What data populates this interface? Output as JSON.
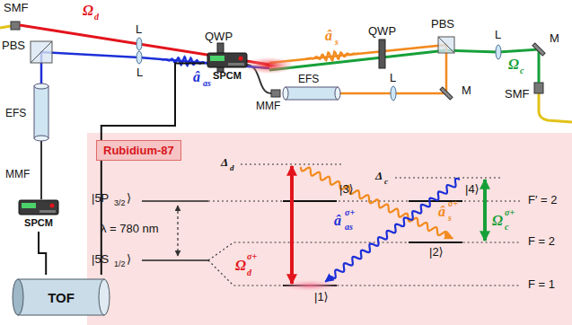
{
  "diagram": {
    "nodes": [
      {
        "text": [
          "SPCM"
        ]
      },
      {
        "text": [
          "SPCM"
        ]
      },
      {
        "text": [
          "TOF"
        ]
      },
      {
        "text": [
          "Rubidium-87"
        ]
      }
    ],
    "edges": [
      {
        "from": 0,
        "to": 2,
        "arrow": "none"
      },
      {
        "from": 1,
        "to": 2,
        "arrow": "none"
      }
    ],
    "labels": [
      "SMF",
      "Ω",
      "d",
      "L",
      "QWP",
      "QWP",
      "â",
      "s",
      "PBS",
      "L",
      "Ω",
      "c",
      "M",
      "SMF",
      "PBS",
      "L",
      "â",
      "as",
      "MMF",
      "EFS",
      "L",
      "M",
      "EFS",
      "MMF",
      "Δ",
      "d",
      "Δ",
      "c",
      "|5P",
      "3/2",
      "⟩",
      "|3⟩",
      "|4⟩",
      "F′ = 2",
      "λ = 780 nm",
      "|5S",
      "1/2",
      "⟩",
      "|1⟩",
      "|2⟩",
      "F = 2",
      "F = 1",
      "Ω",
      "d",
      "σ+",
      "â",
      "as",
      "σ+",
      "â",
      "s",
      "σ+",
      "Ω",
      "c",
      "σ+"
    ]
  }
}
